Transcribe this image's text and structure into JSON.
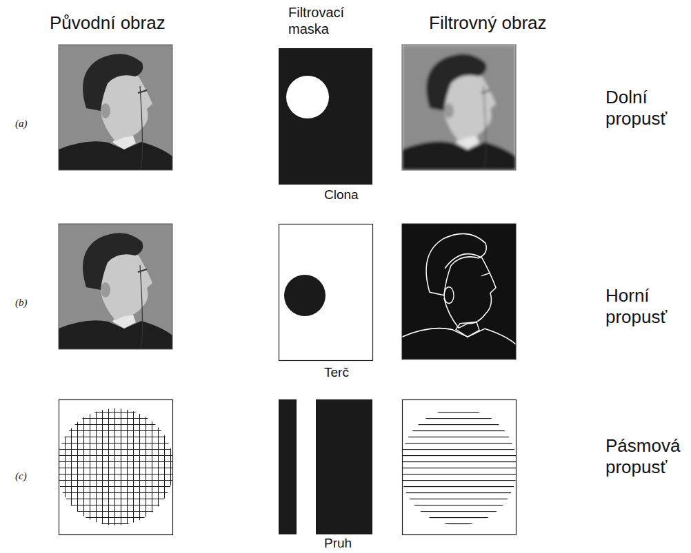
{
  "diagram": {
    "labels": [
      "Původní obraz",
      "Filtrovací maska",
      "Filtrovný obraz",
      "(a)",
      "Clona",
      "Dolní propusť",
      "(b)",
      "Terč",
      "Horní propusť",
      "(c)",
      "Pruh",
      "Pásmová propusť"
    ]
  }
}
